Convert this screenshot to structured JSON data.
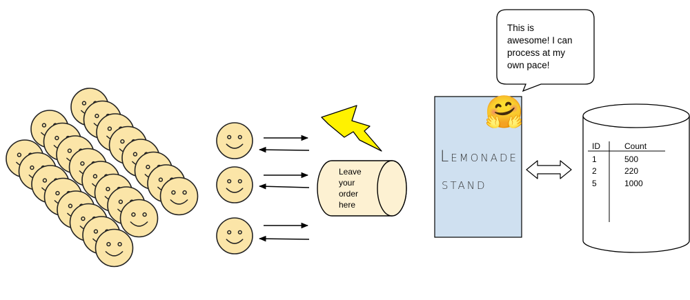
{
  "queue": {
    "label_lines": [
      "Leave",
      "your",
      "order",
      "here"
    ]
  },
  "stand": {
    "label_lines": [
      "Lemonade",
      "stand"
    ]
  },
  "bubble": {
    "lines": [
      "This is",
      "awesome! I can",
      "process at my",
      "own pace!"
    ]
  },
  "emoji": {
    "name": "hugging-face-emoji",
    "glyph": "🤗"
  },
  "database": {
    "columns": [
      "ID",
      "Count"
    ],
    "rows": [
      [
        "1",
        "500"
      ],
      [
        "2",
        "220"
      ],
      [
        "5",
        "1000"
      ]
    ]
  },
  "colors": {
    "face_fill": "#fbe5a8",
    "queue_fill": "#fdf1d2",
    "stand_fill": "#cfe0f0",
    "lightning": "#fff200"
  }
}
